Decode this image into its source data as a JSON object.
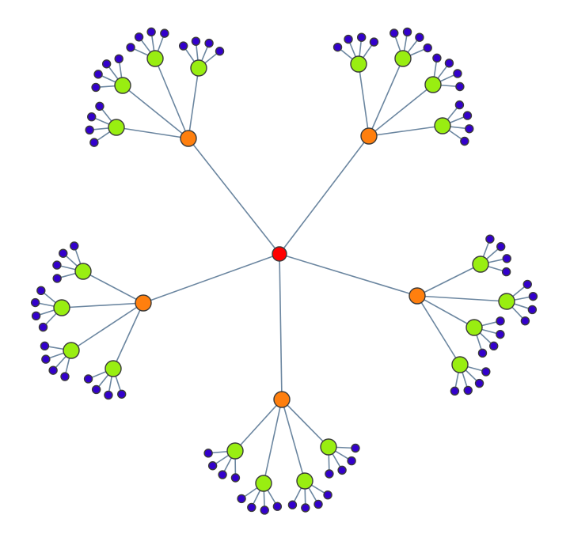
{
  "graph": {
    "type": "radial-tree",
    "levels": [
      {
        "depth": 0,
        "color": "#ff0000",
        "count": 1
      },
      {
        "depth": 1,
        "color": "#ff7f0e",
        "count": 5
      },
      {
        "depth": 2,
        "color": "#99ee11",
        "count": 20
      },
      {
        "depth": 3,
        "color": "#3300cc",
        "count": 80
      }
    ],
    "edge_color": "#6b86a0",
    "branching": [
      5,
      4,
      4
    ]
  }
}
